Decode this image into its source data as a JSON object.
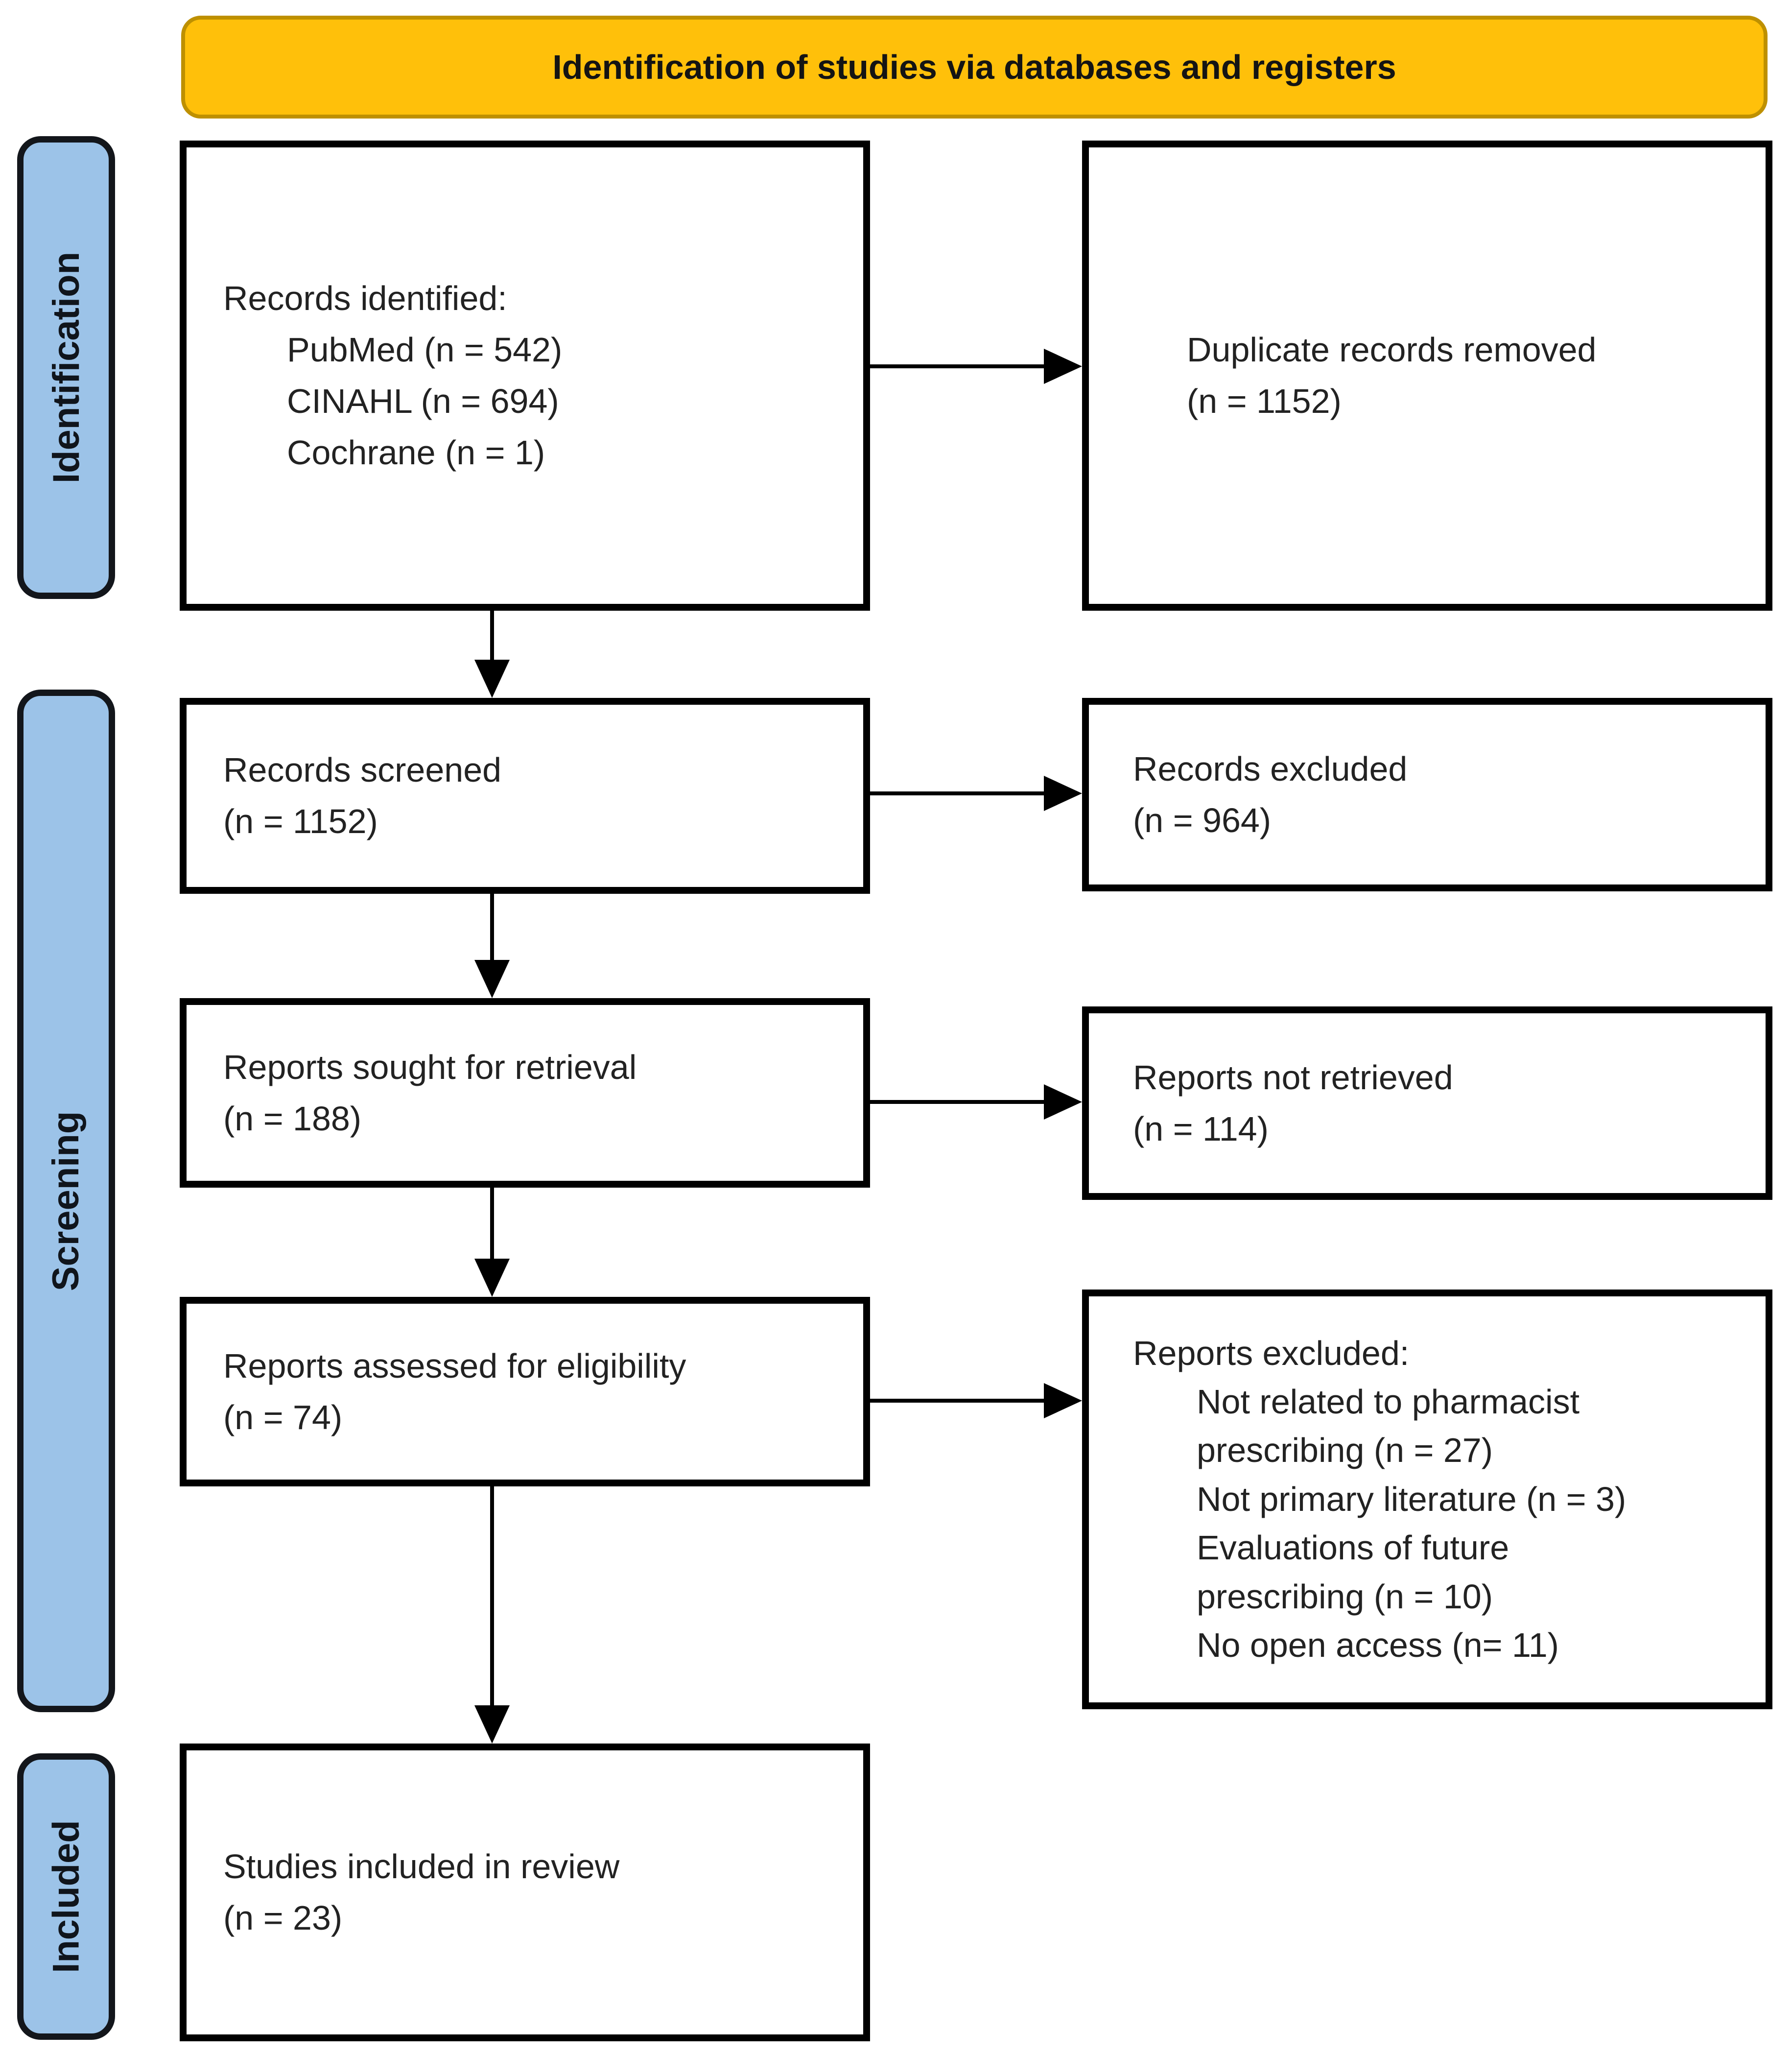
{
  "banner": {
    "title": "Identification of studies via databases and registers"
  },
  "stages": {
    "identification": "Identification",
    "screening": "Screening",
    "included": "Included"
  },
  "boxes": {
    "records_identified": {
      "heading": "Records identified:",
      "items": [
        "PubMed (n = 542)",
        "CINAHL (n = 694)",
        "Cochrane (n = 1)"
      ]
    },
    "duplicate_records_removed": {
      "line1": "Duplicate records removed",
      "line2": "(n = 1152)"
    },
    "records_screened": {
      "line1": "Records screened",
      "line2": "(n = 1152)"
    },
    "records_excluded": {
      "line1": "Records excluded",
      "line2": "(n = 964)"
    },
    "reports_sought": {
      "line1": "Reports sought for retrieval",
      "line2": "(n = 188)"
    },
    "reports_not_retrieved": {
      "line1": "Reports not retrieved",
      "line2": "(n = 114)"
    },
    "reports_assessed": {
      "line1": "Reports assessed for eligibility",
      "line2": "(n = 74)"
    },
    "reports_excluded": {
      "heading": "Reports excluded:",
      "lines": [
        "Not related to pharmacist",
        "prescribing (n = 27)",
        "Not primary literature (n = 3)",
        "Evaluations of future",
        "prescribing (n = 10)",
        "No open access (n= 11)"
      ]
    },
    "studies_included": {
      "line1": "Studies included in review",
      "line2": "(n = 23)"
    }
  },
  "colors": {
    "banner_fill": "#FFC00A",
    "banner_border": "#BE9000",
    "stage_fill": "#9CC3E8",
    "stage_border": "#13161B",
    "box_border": "#000000",
    "arrow": "#000000"
  }
}
